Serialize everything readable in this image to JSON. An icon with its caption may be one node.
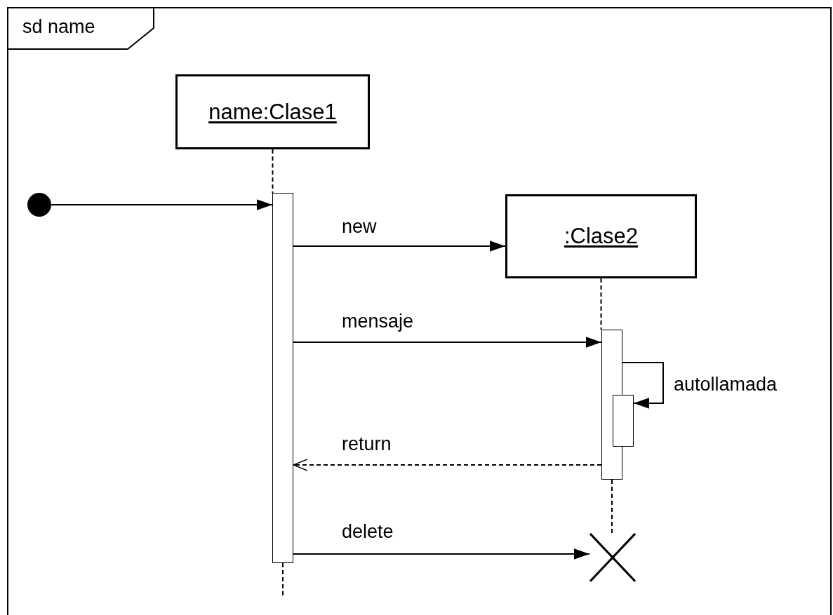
{
  "diagram": {
    "nodes": [
      {
        "text": [
          "sd name"
        ]
      },
      {
        "text": [
          "name:Clase1"
        ],
        "in": 0
      },
      {
        "text": [
          ":Clase2"
        ],
        "in": 0
      },
      {
        "text": [],
        "shape": "circle",
        "in": 0
      },
      {
        "text": [],
        "shape": "bar",
        "in": 0
      },
      {
        "text": [],
        "shape": "bar",
        "in": 0
      },
      {
        "text": [],
        "shape": "bar",
        "in": 0
      },
      {
        "text": [],
        "shape": "cross",
        "in": 0
      }
    ],
    "edges": [
      {
        "from": 1,
        "to": 4,
        "arrow": "none",
        "style": "dashed"
      },
      {
        "from": 4,
        "to": null,
        "arrow": "none",
        "style": "dashed"
      },
      {
        "from": 2,
        "to": 5,
        "arrow": "none",
        "style": "dashed"
      },
      {
        "from": 5,
        "to": 7,
        "arrow": "none",
        "style": "dashed"
      },
      {
        "from": 3,
        "to": 4,
        "arrow": "to"
      },
      {
        "from": 4,
        "to": 2,
        "arrow": "to",
        "label": "new"
      },
      {
        "from": 4,
        "to": 5,
        "arrow": "to",
        "label": "mensaje"
      },
      {
        "from": 5,
        "to": 6,
        "arrow": "to",
        "label": "autollamada"
      },
      {
        "from": 5,
        "to": 4,
        "arrow": "to",
        "label": "return",
        "style": "dashed"
      },
      {
        "from": 4,
        "to": 7,
        "arrow": "to",
        "label": "delete"
      }
    ]
  }
}
